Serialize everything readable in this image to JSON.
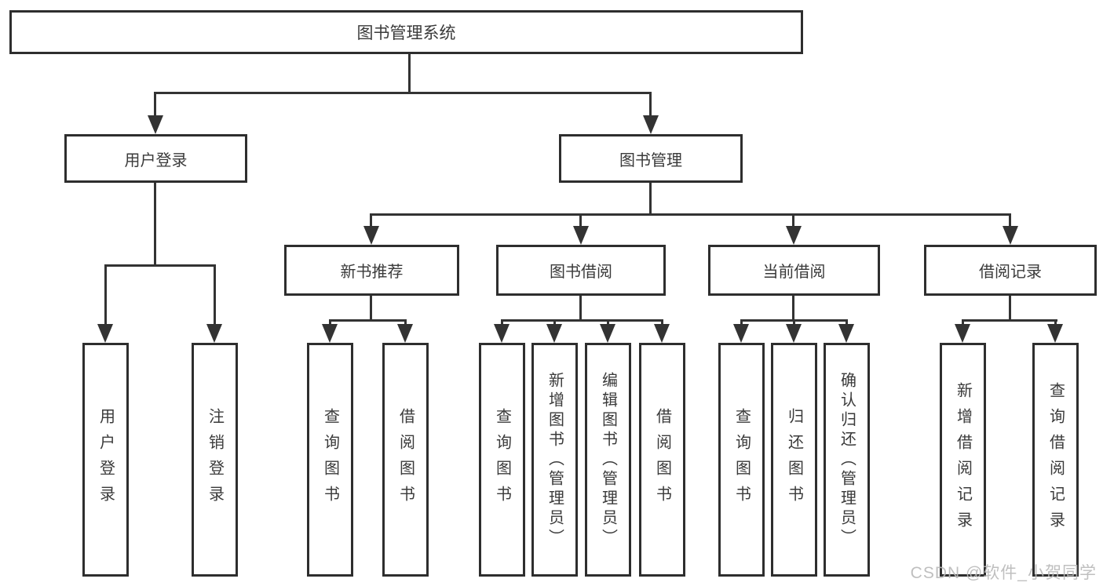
{
  "diagram": {
    "title_node": {
      "label": "图书管理系统"
    },
    "level2": [
      {
        "id": "user-login",
        "label": "用户登录"
      },
      {
        "id": "book-management",
        "label": "图书管理"
      }
    ],
    "level3": [
      {
        "id": "new-book-recommend",
        "label": "新书推荐",
        "parent": "book-management"
      },
      {
        "id": "book-borrowing",
        "label": "图书借阅",
        "parent": "book-management"
      },
      {
        "id": "current-borrowing",
        "label": "当前借阅",
        "parent": "book-management"
      },
      {
        "id": "borrowing-records",
        "label": "借阅记录",
        "parent": "book-management"
      }
    ],
    "leaves": [
      {
        "id": "user-login-action",
        "label": "用户登录",
        "parent": "user-login"
      },
      {
        "id": "logout-action",
        "label": "注销登录",
        "parent": "user-login"
      },
      {
        "id": "query-books-recommend",
        "label": "查询图书",
        "parent": "new-book-recommend"
      },
      {
        "id": "borrow-books-recommend",
        "label": "借阅图书",
        "parent": "new-book-recommend"
      },
      {
        "id": "query-books-borrowing",
        "label": "查询图书",
        "parent": "book-borrowing"
      },
      {
        "id": "add-books-admin",
        "label": "新增图书（管理员）",
        "parent": "book-borrowing"
      },
      {
        "id": "edit-books-admin",
        "label": "编辑图书（管理员）",
        "parent": "book-borrowing"
      },
      {
        "id": "borrow-books-borrowing",
        "label": "借阅图书",
        "parent": "book-borrowing"
      },
      {
        "id": "query-books-current",
        "label": "查询图书",
        "parent": "current-borrowing"
      },
      {
        "id": "return-books",
        "label": "归还图书",
        "parent": "current-borrowing"
      },
      {
        "id": "confirm-return-admin",
        "label": "确认归还（管理员）",
        "parent": "current-borrowing"
      },
      {
        "id": "add-borrow-record",
        "label": "新增借阅记录",
        "parent": "borrowing-records"
      },
      {
        "id": "query-borrow-record",
        "label": "查询借阅记录",
        "parent": "borrowing-records"
      }
    ]
  },
  "watermark": {
    "text": "CSDN @软件_小贺同学"
  },
  "colors": {
    "line": "#333333",
    "border": "#2e2e2e",
    "text": "#3a3a3a",
    "watermark": "#b9b9b9",
    "background": "#ffffff"
  }
}
